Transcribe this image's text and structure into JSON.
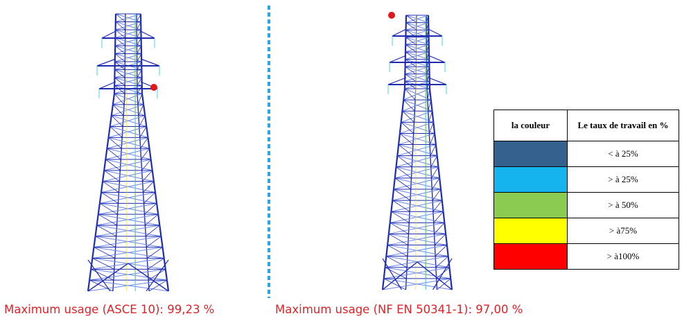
{
  "left_panel": {
    "caption": "Maximum usage (ASCE 10): 99,23 %"
  },
  "right_panel": {
    "caption": "Maximum usage (NF EN 50341-1): 97,00 %"
  },
  "legend": {
    "header_color": "la couleur",
    "header_rate": "Le taux de travail en %",
    "rows": [
      {
        "color": "#35618f",
        "label": "< à 25%"
      },
      {
        "color": "#16b4ee",
        "label": "> à 25%"
      },
      {
        "color": "#8ccb52",
        "label": "> à 50%"
      },
      {
        "color": "#ffff00",
        "label": "> à75%"
      },
      {
        "color": "#ff0000",
        "label": "> à100%"
      }
    ]
  },
  "palette": {
    "member_main": "#1f2bb0",
    "member_light": "#6c86e8",
    "member_cyan": "#4fd3e6",
    "member_green": "#5fd35f",
    "member_yellow": "#e8e84a",
    "marker": "#e01818",
    "divider": "#2aa7e0"
  }
}
